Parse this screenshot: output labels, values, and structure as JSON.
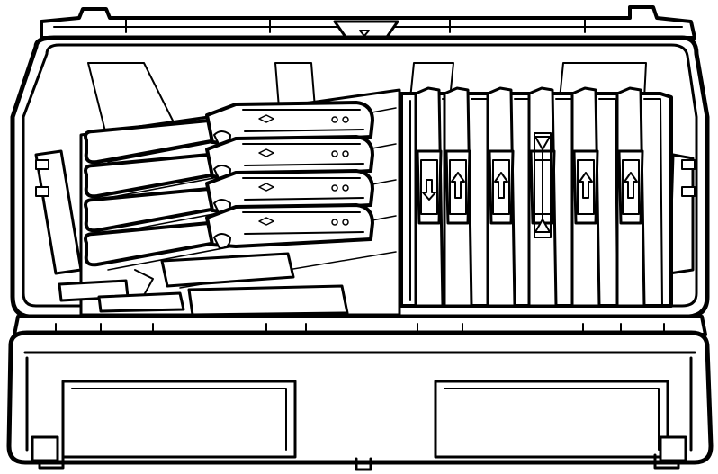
{
  "diagram": {
    "subject": "",
    "colors": {
      "line": "#000000",
      "fill": "#ffffff"
    },
    "clamp_count": 4,
    "insert_count": 6,
    "insert_arrows": [
      "down",
      "up",
      "up",
      "both",
      "up",
      "up"
    ]
  }
}
